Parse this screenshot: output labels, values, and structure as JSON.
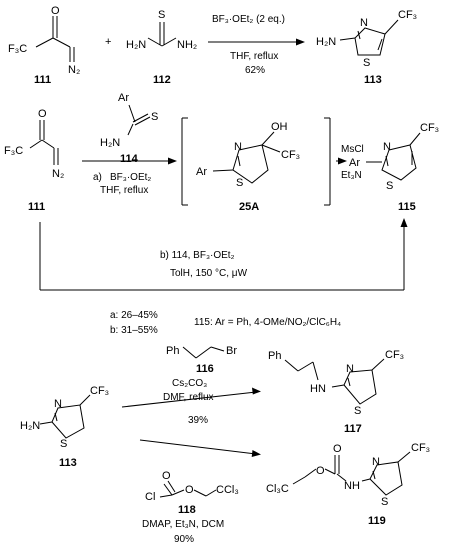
{
  "row1": {
    "c111": "111",
    "c112": "112",
    "c113": "113",
    "plus": "+",
    "reagent": "BF₃·OEt₂ (2 eq.)",
    "solvent": "THF, reflux",
    "yield": "62%"
  },
  "row2": {
    "c111": "111",
    "c114": "114",
    "c25A": "25A",
    "c115": "115",
    "cond_a_label": "a)",
    "cond_a_reagent": "BF₃·OEt₂",
    "cond_a_solvent": "THF, reflux",
    "reagent2_line1": "MsCl",
    "reagent2_line2": "Et₃N",
    "cond_b_reagent": "b) 114, BF₃·OEt₂",
    "cond_b_conditions": "TolH, 150 °C, μW"
  },
  "yields": {
    "a": "a: 26–45%",
    "b": "b: 31–55%",
    "product": "115: Ar = Ph, 4-OMe/NO₂/ClC₆H₄"
  },
  "row3": {
    "c113": "113",
    "c116": "116",
    "c117": "117",
    "c118": "118",
    "c119": "119",
    "upper_base": "Cs₂CO₃",
    "upper_solvent": "DMF, reflux",
    "upper_yield": "39%",
    "lower_conditions": "DMAP, Et₃N, DCM",
    "lower_yield": "90%"
  },
  "labels": {
    "F3C": "F₃C",
    "CF3": "CF₃",
    "N2": "N₂",
    "O": "O",
    "S": "S",
    "N": "N",
    "H2N": "H₂N",
    "NH2": "NH₂",
    "Ar": "Ar",
    "OH": "OH",
    "Ph": "Ph",
    "Br": "Br",
    "HN": "HN",
    "NH": "NH",
    "Cl": "Cl",
    "Cl3C": "Cl₃C",
    "CCl3": "CCl₃"
  }
}
